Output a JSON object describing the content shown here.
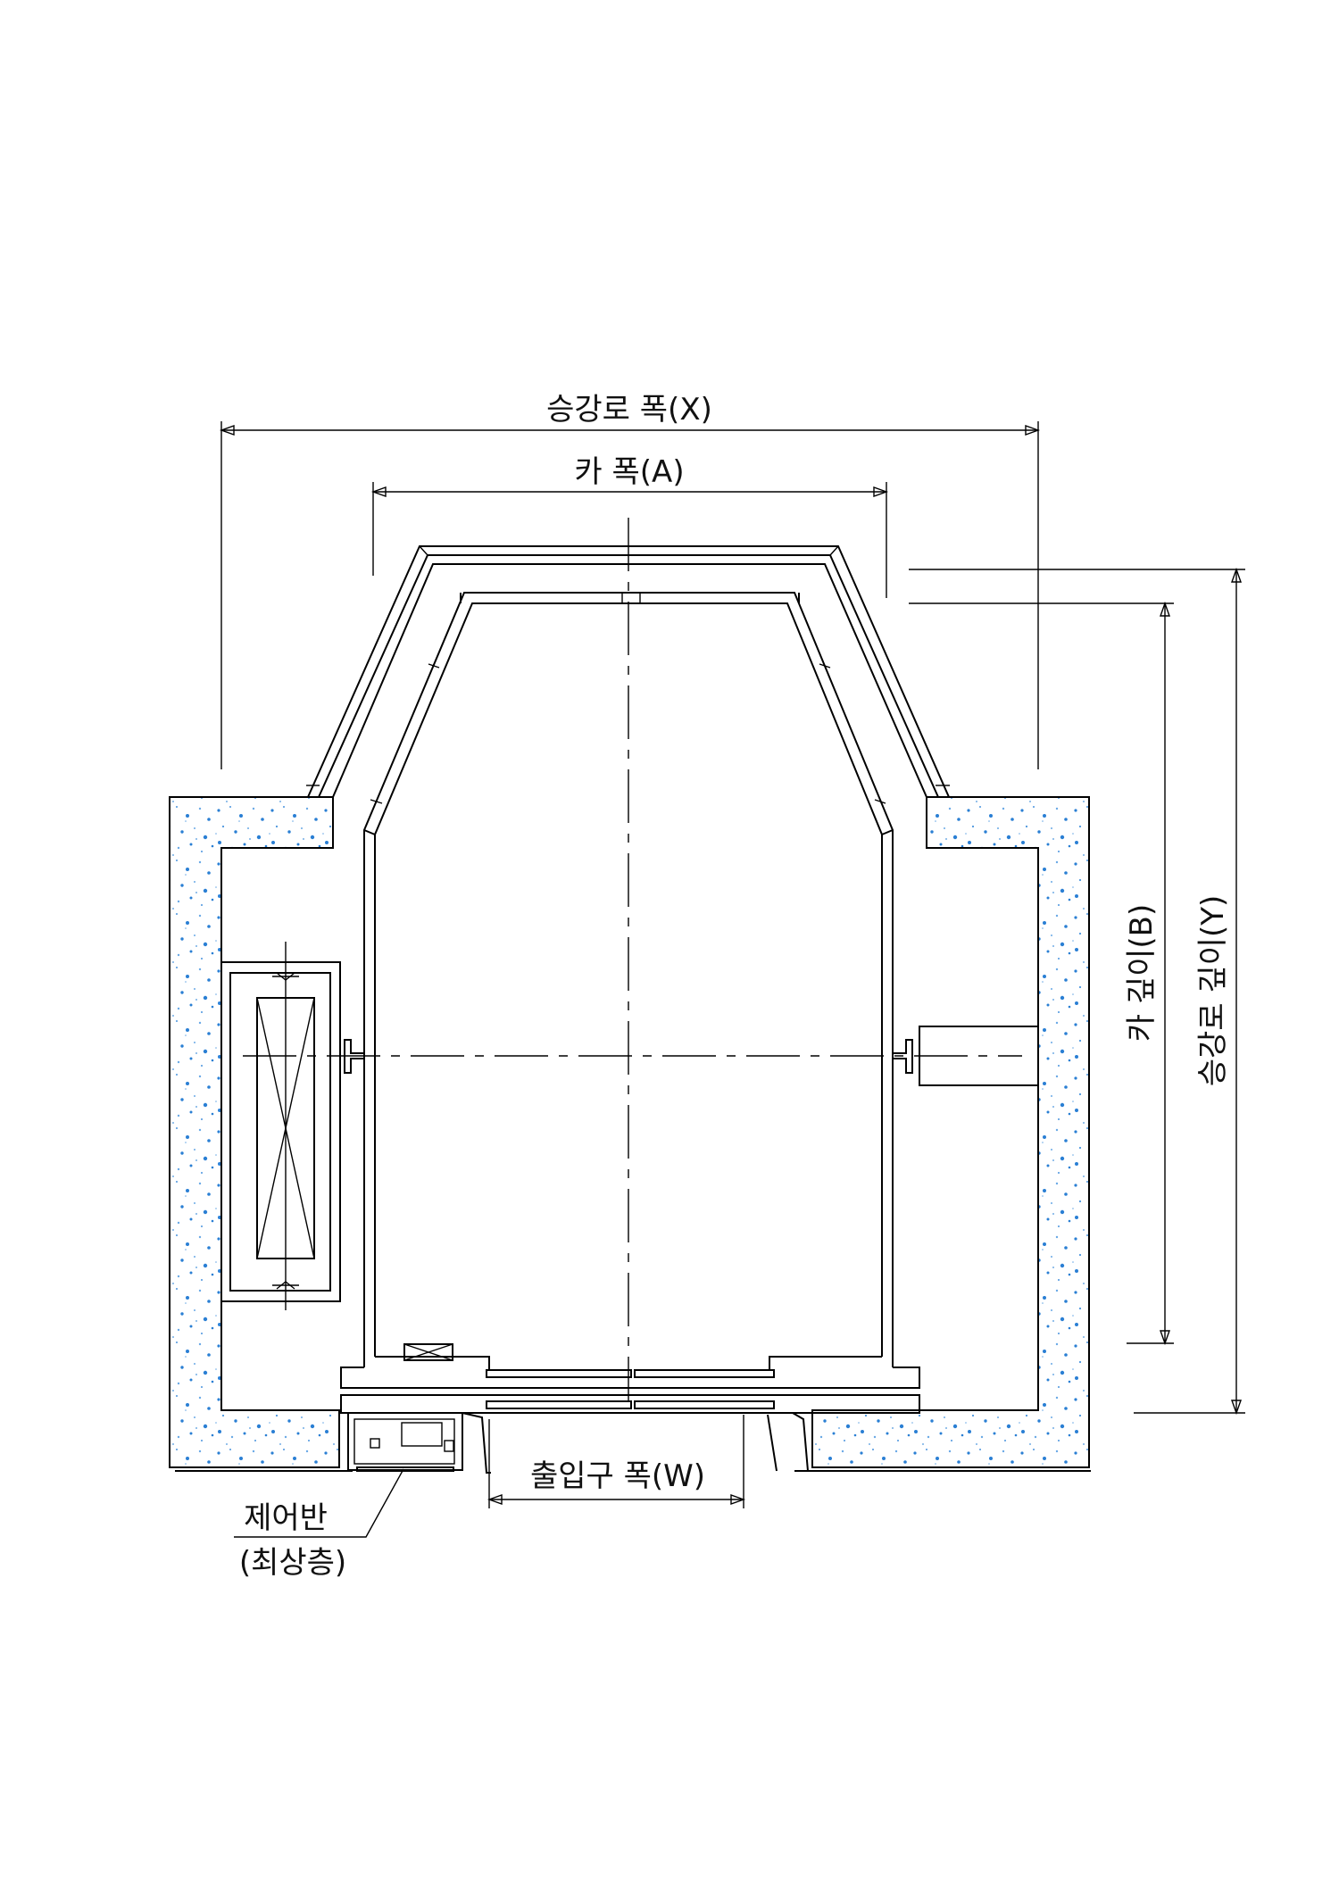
{
  "labels": {
    "hoistway_width": "승강로 폭(X)",
    "car_width": "카 폭(A)",
    "car_depth": "카 깊이(B)",
    "hoistway_depth": "승강로 깊이(Y)",
    "entrance_width": "출입구 폭(W)",
    "control_panel_line1": "제어반",
    "control_panel_line2": "(최상층)"
  },
  "colors": {
    "line": "#000000",
    "concrete_speckle": "#2a7fd4",
    "background": "#ffffff"
  }
}
